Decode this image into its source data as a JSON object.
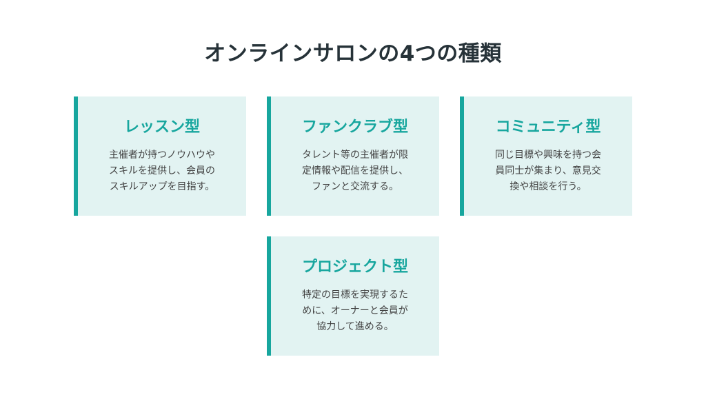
{
  "title": "オンラインサロンの4つの種類",
  "cards": [
    {
      "title": "レッスン型",
      "lines": [
        "主催者が持つノウハウや",
        "スキルを提供し、会員の",
        "スキルアップを目指す。"
      ]
    },
    {
      "title": "ファンクラブ型",
      "lines": [
        "タレント等の主催者が限",
        "定情報や配信を提供し、",
        "ファンと交流する。"
      ]
    },
    {
      "title": "コミュニティ型",
      "lines": [
        "同じ目標や興味を持つ会",
        "員同士が集まり、意見交",
        "換や相談を行う。"
      ]
    },
    {
      "title": "プロジェクト型",
      "lines": [
        "特定の目標を実現するた",
        "めに、オーナーと会員が",
        "協力して進める。"
      ]
    }
  ],
  "colors": {
    "accent": "#17a69e",
    "card_background": "#e2f3f2",
    "title_text": "#263238",
    "body_text": "#424242"
  }
}
